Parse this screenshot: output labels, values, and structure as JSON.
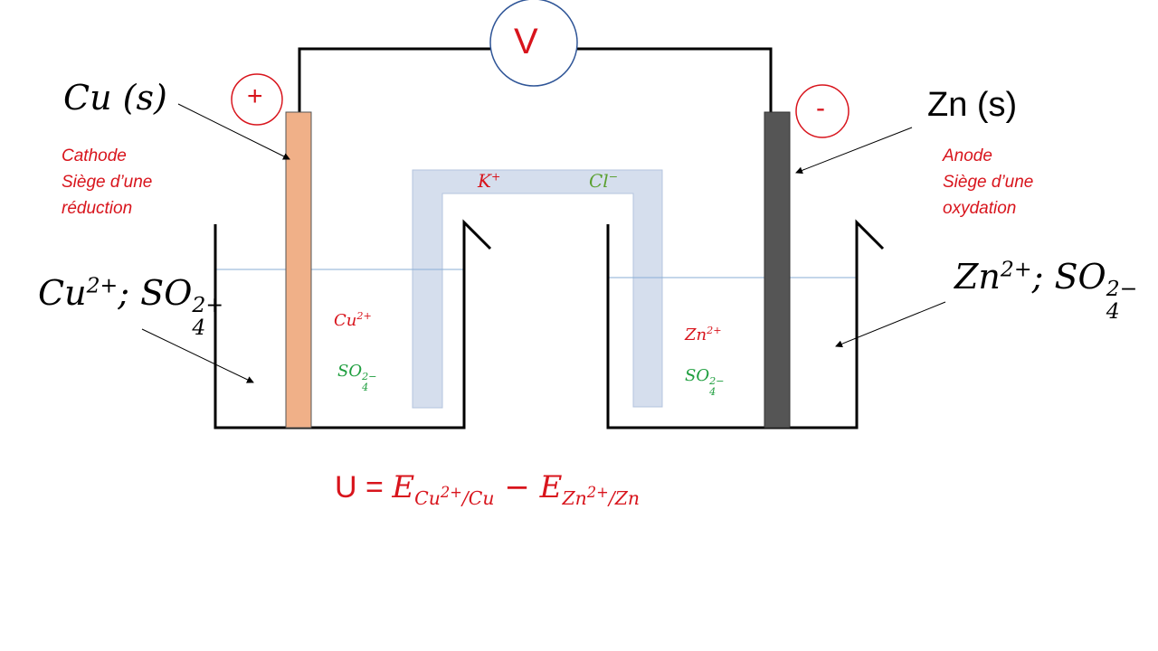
{
  "voltmeter": {
    "label": "V"
  },
  "cathode": {
    "electrode_label": "Cu (s)",
    "sign": "+",
    "role": "Cathode",
    "desc_line1": "Siège d’une",
    "desc_line2": "réduction",
    "solution_label": "Cu2+; SO42−",
    "ions": [
      "Cu2+",
      "SO42−"
    ]
  },
  "anode": {
    "electrode_label": "Zn (s)",
    "sign": "-",
    "role": "Anode",
    "desc_line1": "Siège d’une",
    "desc_line2": "oxydation",
    "solution_label": "Zn2+; SO42−",
    "ions": [
      "Zn2+",
      "SO42−"
    ]
  },
  "salt_bridge": {
    "ions": [
      "K+",
      "Cl−"
    ]
  },
  "equation": "U = E(Cu2+/Cu) − E(Zn2+/Zn)",
  "colors": {
    "copper": "#f0b088",
    "zinc": "#555555",
    "bridge": "#d5deed",
    "accent_red": "#d8141c",
    "ion_green": "#1e9e3e",
    "voltmeter_ring": "#2f5597"
  }
}
